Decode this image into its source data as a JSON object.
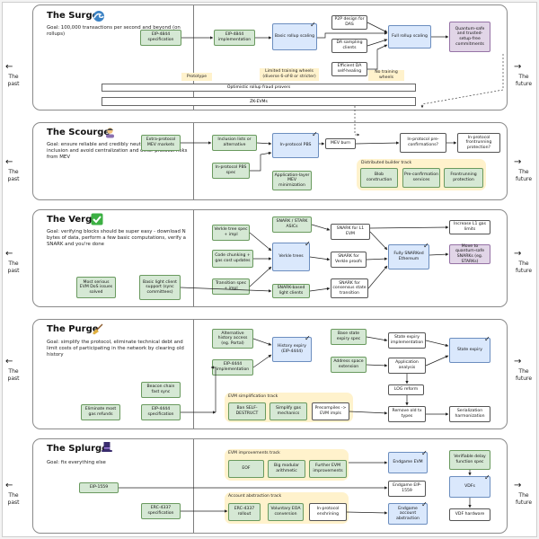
{
  "margins": {
    "left_arrow": "←",
    "right_arrow": "→",
    "left_label": "The\npast",
    "right_label": "The\nfuture"
  },
  "sections": {
    "surge": {
      "title": "The Surge",
      "icon": "wave-icon",
      "goal": "Goal: 100,000 transactions per second and beyond (on rollups)"
    },
    "scourge": {
      "title": "The Scourge",
      "icon": "person-icon",
      "goal": "Goal: ensure reliable and credibly neutral transaction inclusion and avoid centralization and other protocol risks from MEV"
    },
    "verge": {
      "title": "The Verge",
      "icon": "checkmark-icon",
      "goal": "Goal: verifying blocks should be super easy - download N bytes of data, perform a few basic computations, verify a SNARK and you're done"
    },
    "purge": {
      "title": "The Purge",
      "icon": "broom-icon",
      "goal": "Goal: simplify the protocol, eliminate technical debt and limit costs of participating in the network by clearing old history"
    },
    "splurge": {
      "title": "The Splurge",
      "icon": "top-hat-icon",
      "goal": "Goal: fix everything else"
    }
  },
  "surge": {
    "eip4844_spec": "EIP-4844 specification",
    "eip4844_impl": "EIP-4844 implementation",
    "basic_rollup": "Basic rollup scaling",
    "p2p_das": "P2P design for DAS",
    "da_sampling": "DA sampling clients",
    "efficient_da": "Efficient DA self-healing",
    "full_rollup": "Full rollup scaling",
    "quantum_safe": "Quantum-safe and trusted-setup-free commitments",
    "prototype": "Prototype",
    "limited_wheels": "Limited training wheels (diverse 6-of-8 or stricter)",
    "no_wheels": "No training wheels",
    "optimistic_bar": "Optimistic rollup fraud provers",
    "zk_bar": "ZK-EVMs"
  },
  "scourge": {
    "extra_mev": "Extra-protocol MEV markets",
    "inclusion_lists": "Inclusion lists or alternative",
    "inprotocol_pbs": "In-protocol PBS",
    "inprotocol_pbs_spec": "In-protocol PBS spec",
    "app_layer_mev": "Application-layer MEV minimization",
    "mev_burn": "MEV burn",
    "preconfirmations_q": "In-protocol pre-confirmations?",
    "frontrunning_q": "In-protocol frontrunning protection?",
    "track_title": "Distributed builder track",
    "blob_construction": "Blob construction",
    "preconfirmation_services": "Pre-confirmation services",
    "frontrunning_protection": "Frontrunning protection"
  },
  "verge": {
    "verkle_spec": "Verkle tree spec + impl",
    "code_chunking": "Code chunking + gas cost updates",
    "transition_spec": "Transition spec + impl",
    "snark_asics": "SNARK / STARK ASICs",
    "verkle_trees": "Verkle trees",
    "snark_light": "SNARK-based light clients",
    "evm_dos": "Most serious EVM DoS issues solved",
    "basic_light": "Basic light client support (sync committees)",
    "snark_l1": "SNARK for L1 EVM",
    "snark_verkle": "SNARK for Verkle proofs",
    "snark_consensus": "SNARK for consensus state transition",
    "fully_snarked": "Fully SNARKed Ethereum",
    "increase_gas": "Increase L1 gas limits",
    "move_quantum": "Move to quantum-safe SNARKs (eg. STARKs)"
  },
  "purge": {
    "alt_history": "Alternative history access (eg. Portal)",
    "eip4444_impl": "EIP-4444 implementation",
    "history_expiry": "History expiry (EIP-4444)",
    "base_state": "Base state expiry spec",
    "state_expiry_impl": "State expiry implementation",
    "address_space": "Address space extension",
    "app_analysis": "Application analysis",
    "state_expiry": "State expiry",
    "log_reform": "LOG reform",
    "beacon_sync": "Beacon chain fast sync",
    "eip4444_spec": "EIP-4444 specification",
    "eliminate_refunds": "Eliminate most gas refunds",
    "track_title": "EVM simplification track",
    "ban_selfdestruct": "Ban SELF-DESTRUCT",
    "simplify_gas": "Simplify gas mechanics",
    "precompiles": "Precompiles -> EVM impls",
    "remove_old_tx": "Remove old tx types",
    "serialization": "Serialization harmonization"
  },
  "splurge": {
    "evm_track": "EVM improvements track",
    "eof": "EOF",
    "big_modular": "Big modular arithmetic",
    "further_evm": "Further EVM improvements",
    "endgame_evm": "Endgame EVM",
    "eip1559": "EIP-1559",
    "endgame_eip1559": "Endgame EIP-1559",
    "vdf_spec": "Verifiable delay function spec",
    "vdfs": "VDFs",
    "vdf_hardware": "VDF hardware",
    "erc4337_spec": "ERC-4337 specification",
    "aa_track": "Account abstraction track",
    "erc4337_rollout": "ERC-4337 rollout",
    "voluntary_eoa": "Voluntary EOA conversion",
    "inprotocol_enshrining": "In-protocol enshrining",
    "endgame_aa": "Endgame account abstraction"
  },
  "colors": {
    "green": "#d5e8d4",
    "blue": "#dae8fc",
    "purple": "#e1d5e7",
    "yellow": "#fff2cc"
  }
}
